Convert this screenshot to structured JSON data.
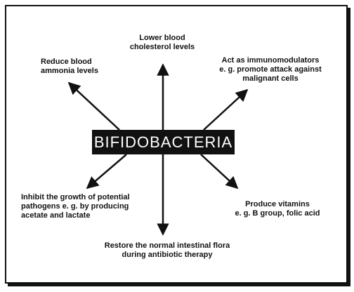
{
  "center": {
    "label": "BIFIDOBACTERIA"
  },
  "effects": {
    "cholesterol": "Lower blood\ncholesterol levels",
    "ammonia": "Reduce blood\nammonia levels",
    "immunomodulators": "Act as immunomodulators\ne. g. promote attack against\nmalignant cells",
    "inhibit": "Inhibit the growth of potential\npathogens e. g. by producing\nacetate and lactate",
    "vitamins": "Produce vitamins\ne. g. B group, folic acid",
    "restore": "Restore the normal intestinal flora\nduring antibiotic therapy"
  },
  "colors": {
    "ink": "#111111",
    "background": "#ffffff",
    "center_text": "#ffffff"
  }
}
